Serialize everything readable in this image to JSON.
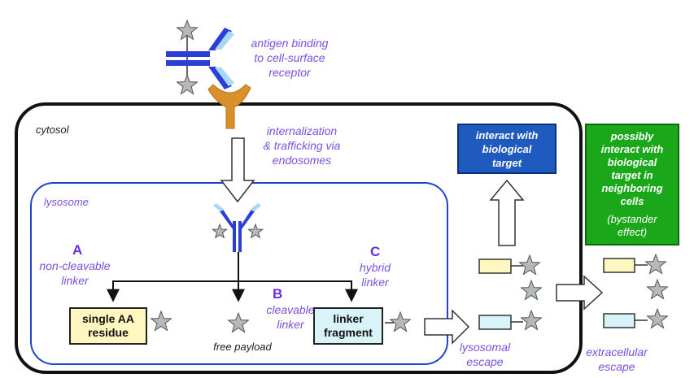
{
  "labels": {
    "antigen": [
      "antigen binding",
      "to cell-surface",
      "receptor"
    ],
    "internalization": [
      "internalization",
      "& trafficking via",
      "endosomes"
    ],
    "cytosol": "cytosol",
    "lysosome": "lysosome",
    "path_a_letter": "A",
    "path_a": [
      "non-cleavable",
      "linker"
    ],
    "path_b_letter": "B",
    "path_b": [
      "cleavable",
      "linker"
    ],
    "path_c_letter": "C",
    "path_c": [
      "hybrid",
      "linker"
    ],
    "free_payload": "free payload",
    "lysosomal_escape": [
      "lysosomal",
      "escape"
    ],
    "extracellular_escape": [
      "extracellular",
      "escape"
    ]
  },
  "boxes": {
    "single_aa": [
      "single AA",
      "residue"
    ],
    "linker_fragment": [
      "linker",
      "fragment"
    ],
    "interact_target": [
      "interact with",
      "biological",
      "target"
    ],
    "neighbor": [
      "possibly",
      "interact with",
      "biological",
      "target in",
      "neighboring",
      "cells"
    ],
    "bystander": [
      "(bystander",
      "effect)"
    ]
  },
  "colors": {
    "antibody_blue": "#2b3fd6",
    "antibody_light": "#a9d8f5",
    "receptor_orange": "#d9902a",
    "star_gray": "#b4b9bd",
    "label_purple": "#7b4fe0",
    "lysosome_blue": "#2244cc",
    "target_blue": "#1f5bbf",
    "neighbor_green": "#1aa81a",
    "residue_yellow": "#fff6c0",
    "fragment_cyan": "#d8f4f8"
  }
}
